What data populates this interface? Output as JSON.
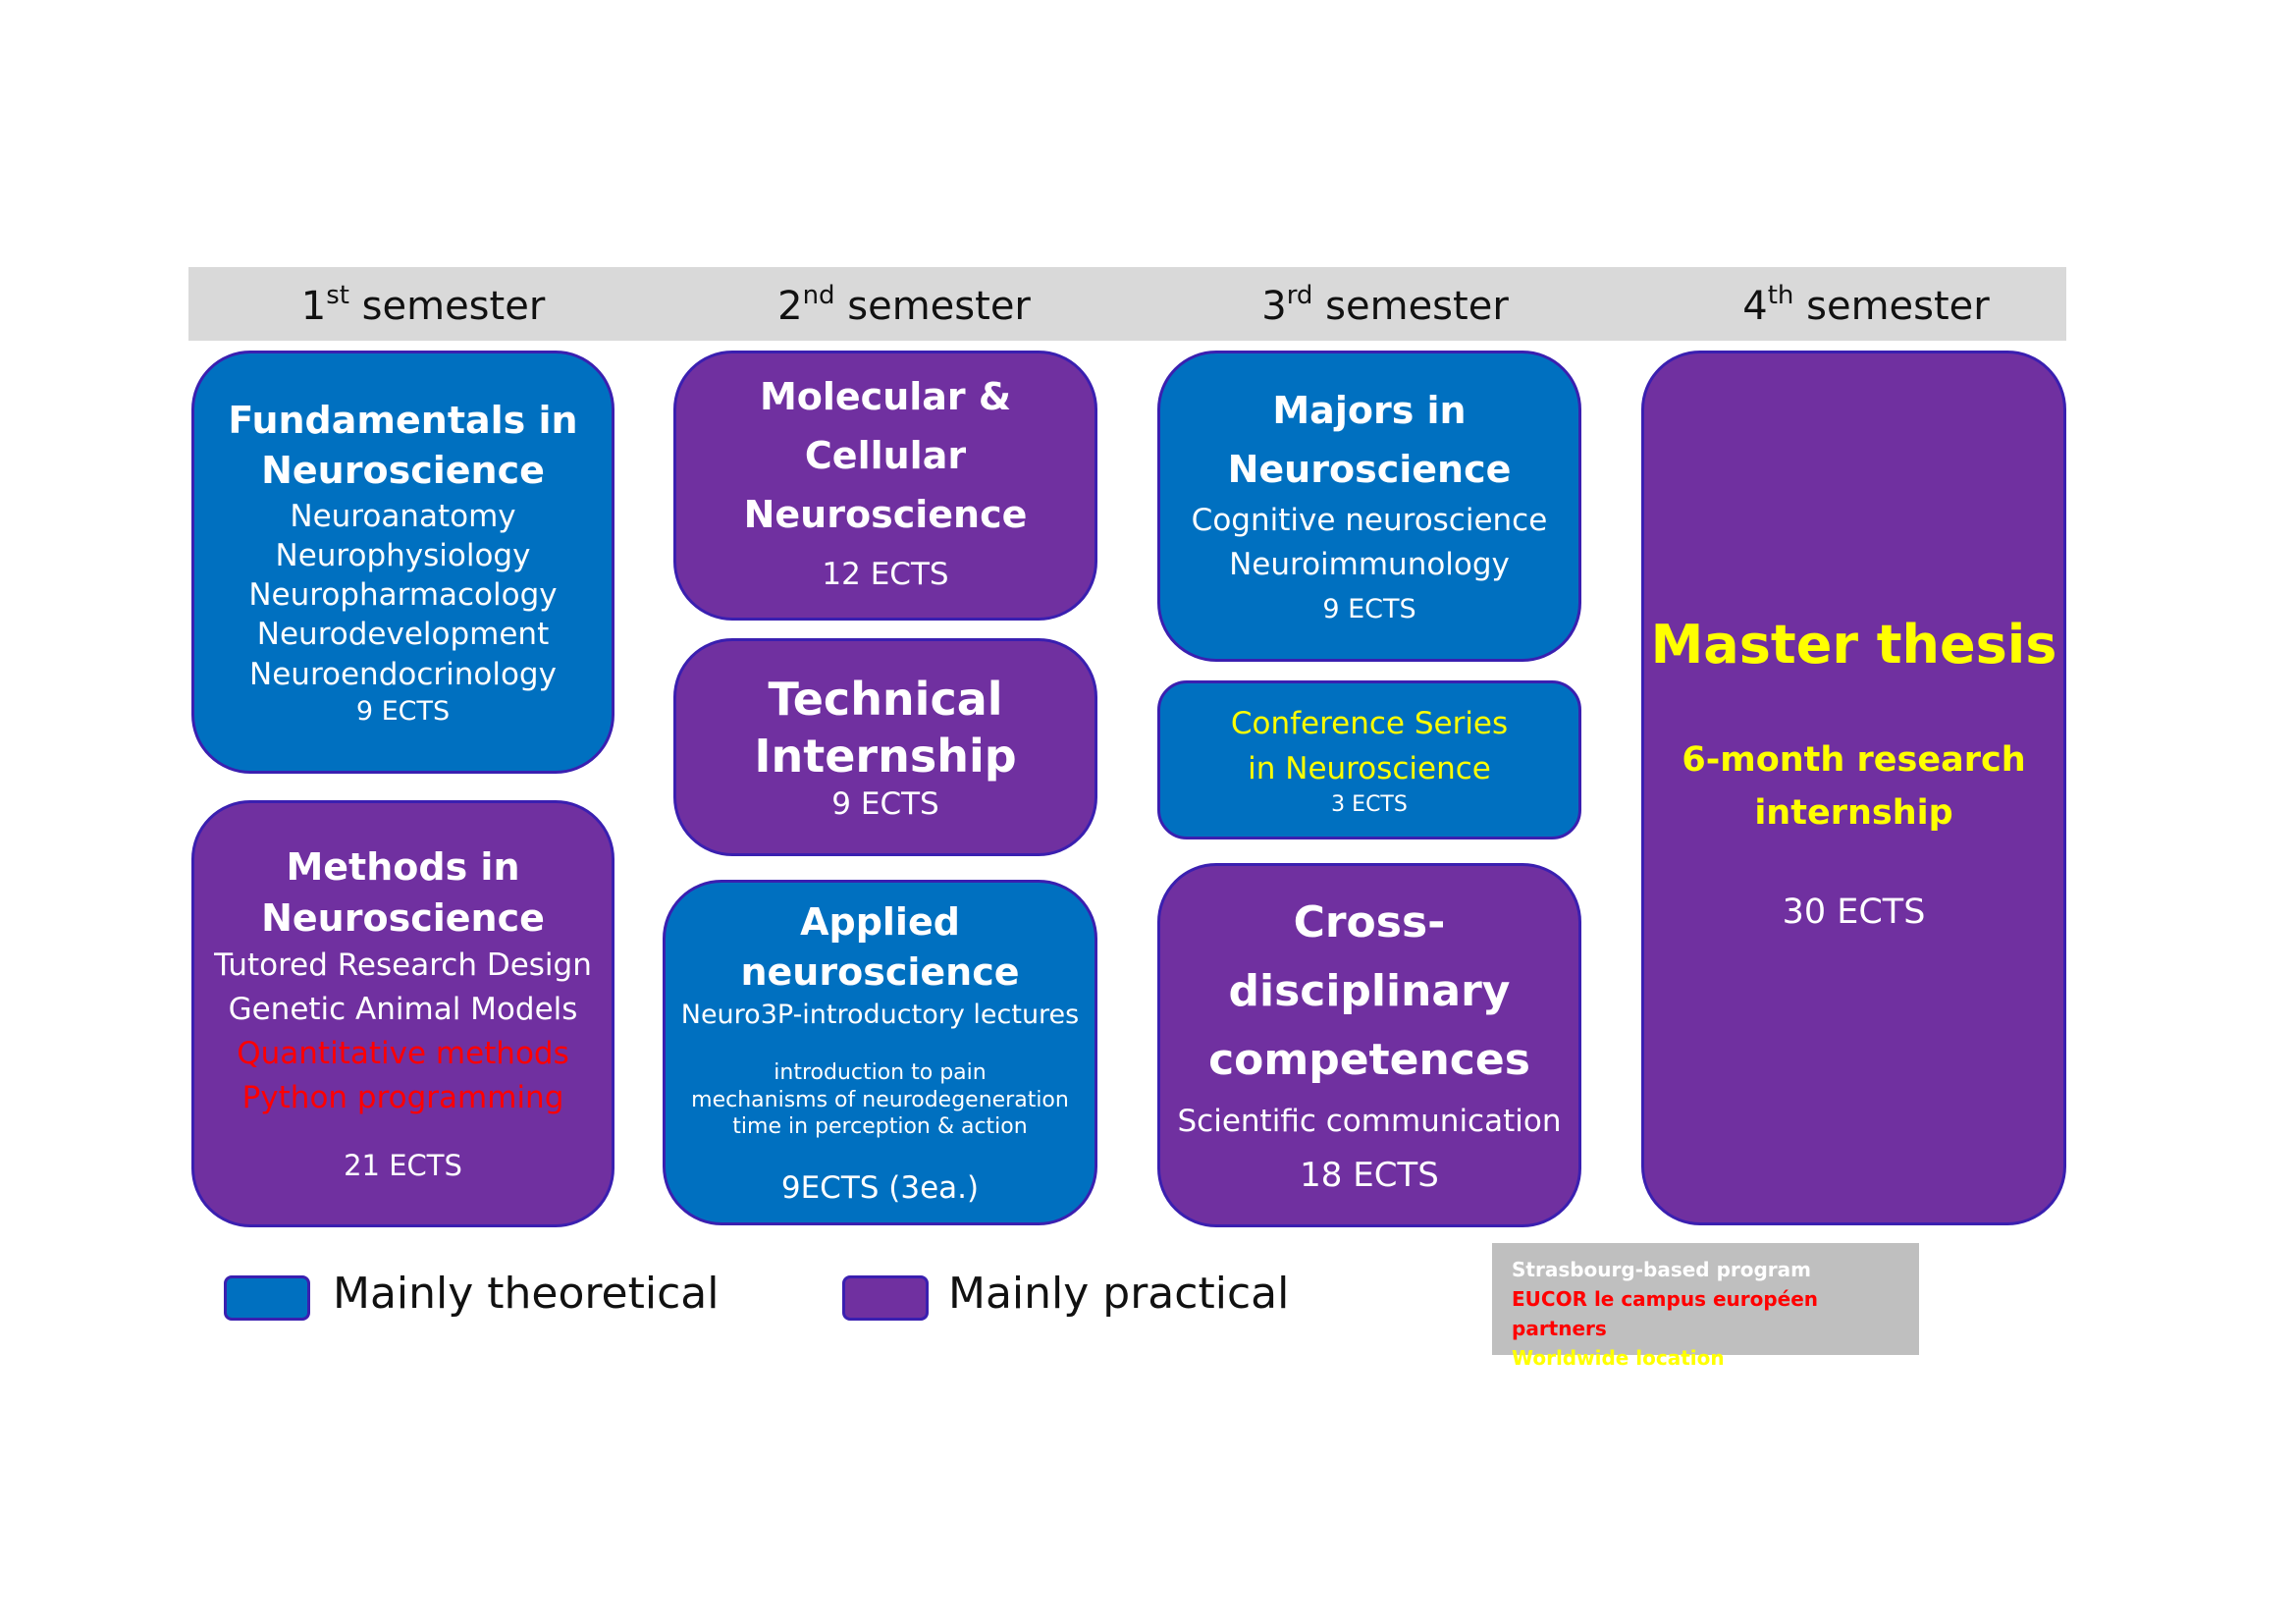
{
  "semesters": [
    {
      "num": "1",
      "suffix": "st",
      "label": "semester"
    },
    {
      "num": "2",
      "suffix": "nd",
      "label": "semester"
    },
    {
      "num": "3",
      "suffix": "rd",
      "label": "semester"
    },
    {
      "num": "4",
      "suffix": "th",
      "label": "semester"
    }
  ],
  "fundamentals": {
    "title1": "Fundamentals in",
    "title2": "Neuroscience",
    "items": [
      "Neuroanatomy",
      "Neurophysiology",
      "Neuropharmacology",
      "Neurodevelopment",
      "Neuroendocrinology"
    ],
    "ects": "9 ECTS"
  },
  "methods": {
    "title1": "Methods in",
    "title2": "Neuroscience",
    "items": [
      "Tutored Research Design",
      "Genetic Animal Models"
    ],
    "red_items": [
      "Quantitative methods",
      "Python programming"
    ],
    "ects": "21 ECTS"
  },
  "molecular": {
    "title1": "Molecular & Cellular",
    "title2": "Neuroscience",
    "ects": "12 ECTS"
  },
  "technical": {
    "title1": "Technical",
    "title2": "Internship",
    "ects": "9 ECTS"
  },
  "applied": {
    "title": "Applied neuroscience",
    "subtitle": "Neuro3P-introductory lectures",
    "items": [
      "introduction to pain",
      "mechanisms of neurodegeneration",
      "time in perception & action"
    ],
    "ects": "9ECTS (3ea.)"
  },
  "majors": {
    "title1": "Majors in",
    "title2": "Neuroscience",
    "items": [
      "Cognitive neuroscience",
      "Neuroimmunology"
    ],
    "ects": "9 ECTS"
  },
  "conference": {
    "line1": "Conference Series",
    "line2": "in Neuroscience",
    "ects": "3 ECTS"
  },
  "cross": {
    "title1": "Cross- disciplinary",
    "title2": "competences",
    "item": "Scientific communication",
    "ects": "18 ECTS"
  },
  "thesis": {
    "title": "Master thesis",
    "sub1": "6-month research",
    "sub2": "internship",
    "ects": "30 ECTS"
  },
  "legend": {
    "theoretical": "Mainly theoretical",
    "practical": "Mainly practical"
  },
  "note": {
    "line1": "Strasbourg-based program",
    "line2": "EUCOR le campus européen partners",
    "line3": "Worldwide location"
  },
  "colors": {
    "theoretical": "#0070c0",
    "practical": "#7030a0",
    "partner": "#ff0000",
    "worldwide": "#ffff00"
  }
}
